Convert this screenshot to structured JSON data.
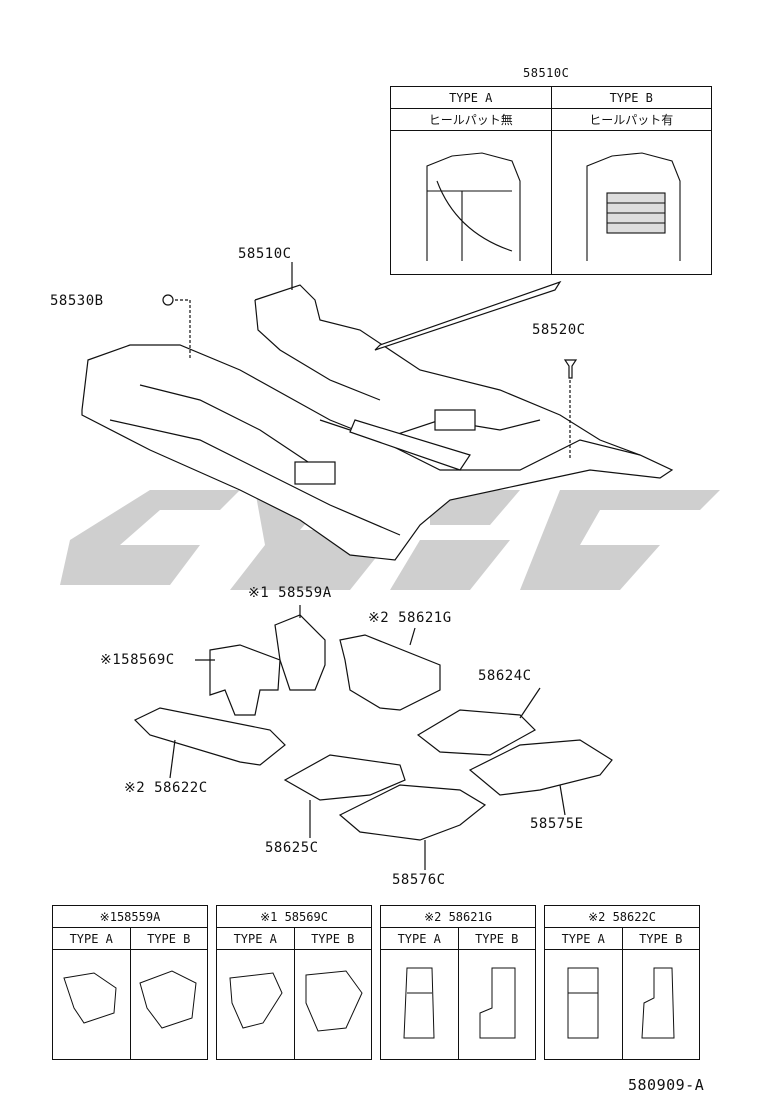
{
  "figure_code": "580909-A",
  "top_table": {
    "part": "58510C",
    "type_a": "TYPE A",
    "type_b": "TYPE B",
    "desc_a": "ヒールパット無",
    "desc_b": "ヒールパット有"
  },
  "labels": {
    "p58510c": "58510C",
    "p58530b": "58530B",
    "p58520c": "58520C",
    "p58559a": "※1 58559A",
    "p58621g": "※2 58621G",
    "p58569c": "※158569C",
    "p58624c": "58624C",
    "p58622c": "※2 58622C",
    "p58575e": "58575E",
    "p58625c": "58625C",
    "p58576c": "58576C"
  },
  "bottom_tables": [
    {
      "part": "※158559A",
      "type_a": "TYPE A",
      "type_b": "TYPE B"
    },
    {
      "part": "※1 58569C",
      "type_a": "TYPE A",
      "type_b": "TYPE B"
    },
    {
      "part": "※2 58621G",
      "type_a": "TYPE A",
      "type_b": "TYPE B"
    },
    {
      "part": "※2 58622C",
      "type_a": "TYPE A",
      "type_b": "TYPE B"
    }
  ],
  "colors": {
    "watermark": "#cfcfcf",
    "line": "#111111"
  }
}
